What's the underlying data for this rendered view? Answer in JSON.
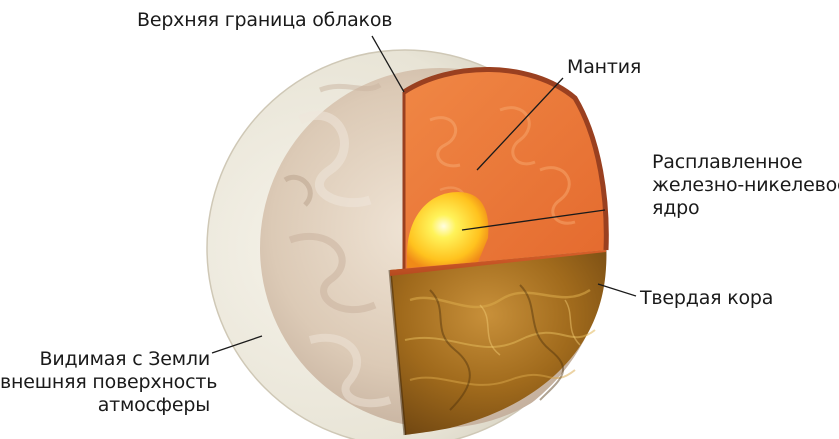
{
  "labels": {
    "cloud_top": "Верхняя граница облаков",
    "mantle": "Мантия",
    "core_lines": [
      "Расплавленное",
      "железно-никелевое",
      "ядро"
    ],
    "crust": "Твердая кора",
    "atmosphere_lines": [
      "Видимая с Земли",
      "внешняя поверхность",
      "атмосферы"
    ]
  },
  "colors": {
    "outer_shell": "#e9e5d8",
    "atmosphere": "#d9c7b6",
    "mantle": "#ec7a3a",
    "mantle_rim": "#b8502a",
    "core_center": "#fff45a",
    "core_edge": "#f59a1a",
    "crust": "#a8741e",
    "crust_dark": "#5e3a0e",
    "leader_line": "#1a1a1a"
  }
}
